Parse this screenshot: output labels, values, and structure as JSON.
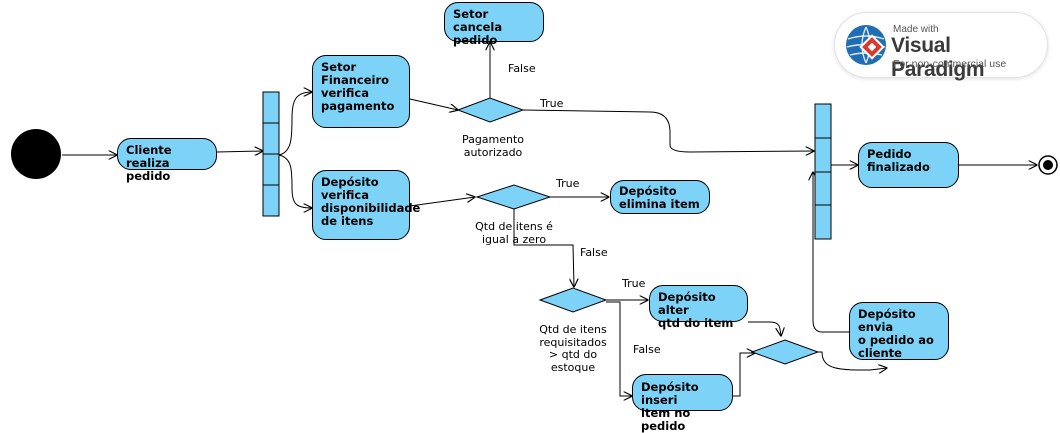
{
  "actions": {
    "cliente_realiza": "Cliente realiza\npedido",
    "setor_financeiro": "Setor\nFinanceiro\nverifica\npagamento",
    "deposito_verifica": "Depósito\nverifica\ndisponibilidade\nde itens",
    "setor_cancela": "Setor cancela\npedido",
    "deposito_elimina": "Depósito\nelimina item",
    "deposito_alter": "Depósito alter\nqtd do item",
    "deposito_inseri": "Depósito inseri\nitem no pedido",
    "deposito_envia": "Depósito envia\no pedido ao\ncliente",
    "pedido_finalizado": "Pedido\nfinalizado"
  },
  "decisions": {
    "pagamento": "Pagamento\nautorizado",
    "qtd_zero": "Qtd de itens é\nigual a zero",
    "qtd_requisitados": "Qtd de itens\nrequisitados\n> qtd do\nestoque"
  },
  "guards": {
    "pagamento_true": "True",
    "pagamento_false": "False",
    "zero_true": "True",
    "zero_false": "False",
    "req_true": "True",
    "req_false": "False"
  },
  "watermark": {
    "made_with": "Made with",
    "brand": "Visual Paradigm",
    "note": "For non-commercial use"
  },
  "colors": {
    "node_fill": "#7dd3f7",
    "stroke": "#000000",
    "logo_blue": "#1f6db5",
    "logo_red": "#d83a2c"
  }
}
